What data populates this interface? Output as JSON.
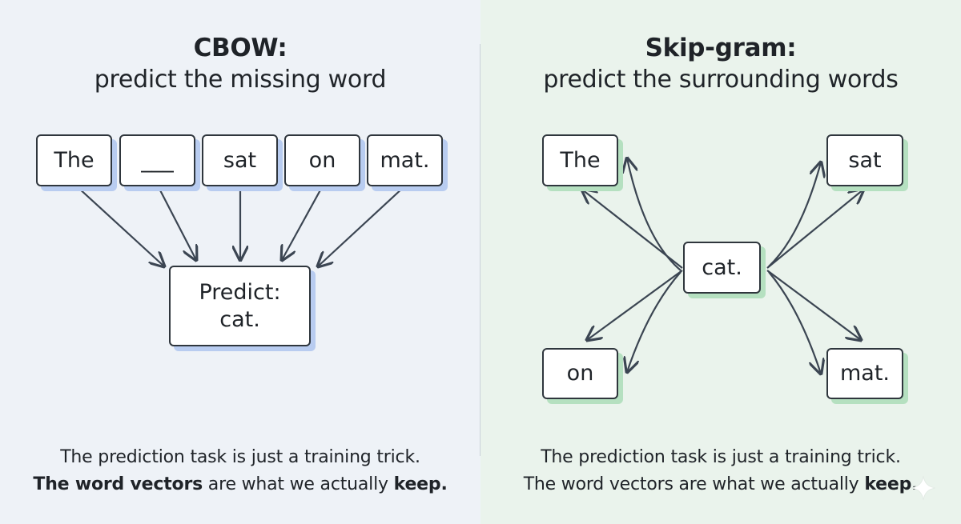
{
  "cbow": {
    "title": "CBOW:",
    "subtitle": "predict the missing word",
    "words": [
      "The",
      "___",
      "sat",
      "on",
      "mat."
    ],
    "predict_line1": "Predict:",
    "predict_line2": "cat.",
    "caption_line1": "The prediction task is just a training trick.",
    "caption_bold1": "The word vectors",
    "caption_mid": " are what we actually ",
    "caption_bold2": "keep."
  },
  "skipgram": {
    "title": "Skip-gram:",
    "subtitle": "predict the surrounding words",
    "center_word": "cat.",
    "context_words": [
      "The",
      "sat",
      "on",
      "mat."
    ],
    "caption_line1": "The prediction task is just a training trick.",
    "caption_line2_prefix": "The word vectors are what we actually ",
    "caption_bold": "keep."
  },
  "colors": {
    "left_bg": "#eef2f7",
    "right_bg": "#eaf3ec",
    "blue_shadow": "#b8ccf0",
    "green_shadow": "#b5e0c0",
    "ink": "#1f2328"
  }
}
